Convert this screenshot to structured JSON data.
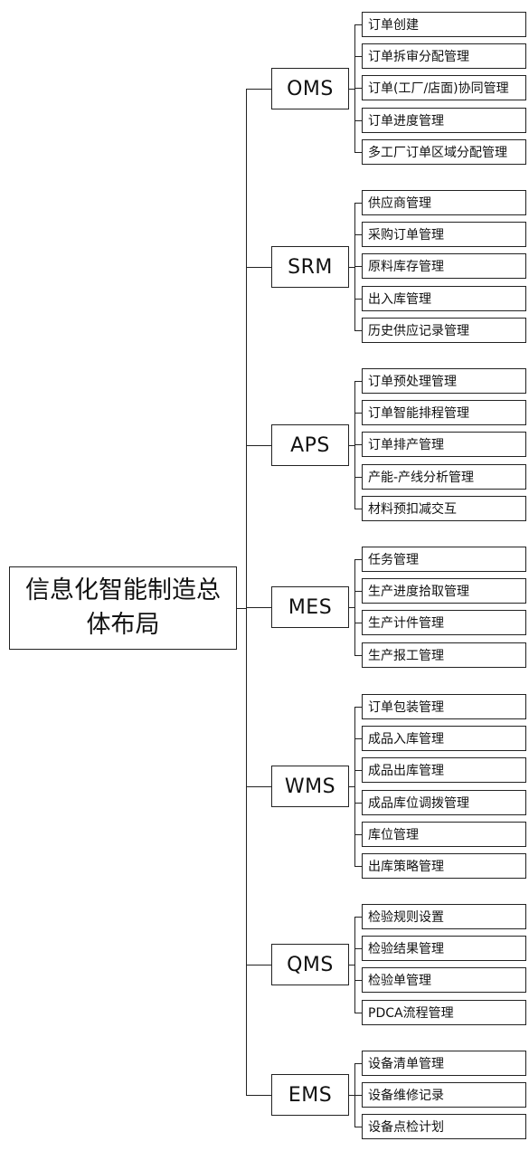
{
  "root": "信息化智能制造总体布局",
  "modules": [
    {
      "name": "OMS",
      "items": [
        "订单创建",
        "订单拆审分配管理",
        "订单(工厂/店面)协同管理",
        "订单进度管理",
        "多工厂订单区域分配管理"
      ]
    },
    {
      "name": "SRM",
      "items": [
        "供应商管理",
        "采购订单管理",
        "原料库存管理",
        "出入库管理",
        "历史供应记录管理"
      ]
    },
    {
      "name": "APS",
      "items": [
        "订单预处理管理",
        "订单智能排程管理",
        "订单排产管理",
        "产能-产线分析管理",
        "材料预扣减交互"
      ]
    },
    {
      "name": "MES",
      "items": [
        "任务管理",
        "生产进度拾取管理",
        "生产计件管理",
        "生产报工管理"
      ]
    },
    {
      "name": "WMS",
      "items": [
        "订单包装管理",
        "成品入库管理",
        "成品出库管理",
        "成品库位调拨管理",
        "库位管理",
        "出库策略管理"
      ]
    },
    {
      "name": "QMS",
      "items": [
        "检验规则设置",
        "检验结果管理",
        "检验单管理",
        "PDCA流程管理"
      ]
    },
    {
      "name": "EMS",
      "items": [
        "设备清单管理",
        "设备维修记录",
        "设备点检计划"
      ]
    }
  ]
}
